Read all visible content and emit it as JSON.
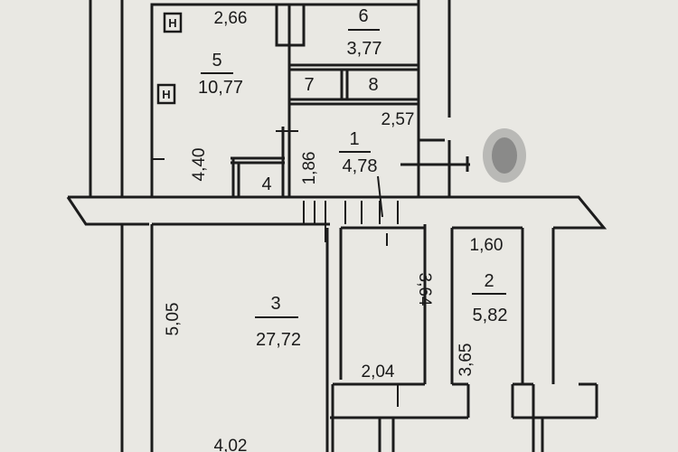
{
  "rooms": {
    "r5": {
      "number": "5",
      "area": "10,77"
    },
    "r6": {
      "number": "6",
      "area": "3,77"
    },
    "r7": {
      "number": "7"
    },
    "r8": {
      "number": "8"
    },
    "r1": {
      "number": "1",
      "area": "4,78"
    },
    "r4": {
      "number": "4"
    },
    "r3": {
      "number": "3",
      "area": "27,72"
    },
    "r2": {
      "number": "2",
      "area": "5,82"
    }
  },
  "dimensions": {
    "d266": "2,66",
    "d257": "2,57",
    "d440": "4,40",
    "d186": "1,86",
    "d505": "5,05",
    "d364": "3,64",
    "d204": "2,04",
    "d160": "1,60",
    "d365": "3,65",
    "d402": "4,02"
  },
  "symbols": {
    "sym1": "H",
    "sym2": "Н"
  }
}
